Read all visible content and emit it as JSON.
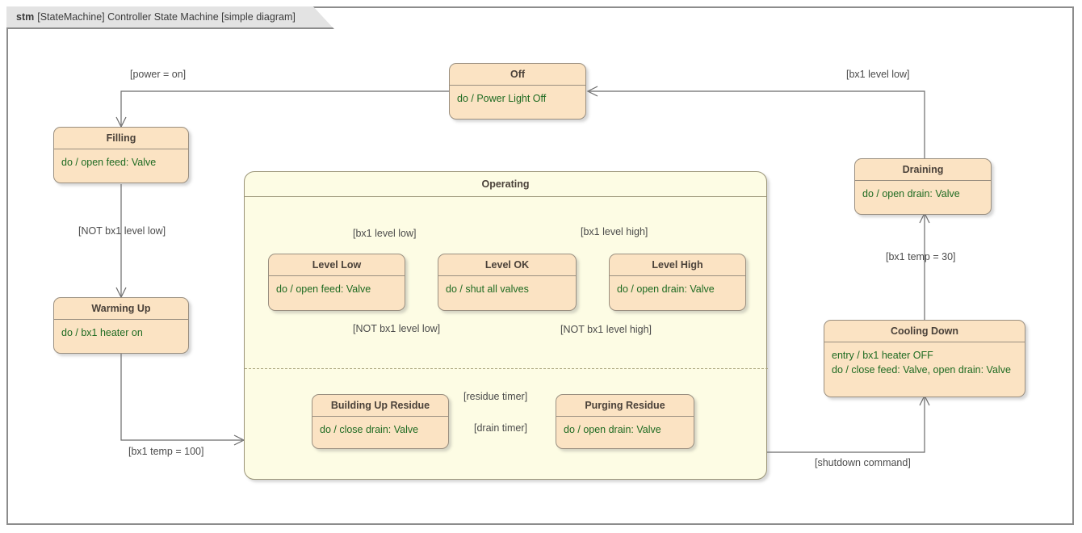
{
  "frame": {
    "kind": "stm",
    "label": "[StateMachine] Controller State Machine [simple diagram]"
  },
  "colors": {
    "state_fill": "#fbe3c3",
    "state_border": "#9a8f80",
    "composite_fill": "#fdfce4",
    "composite_border": "#9a9477",
    "title_text": "#4a4139",
    "behavior_text": "#1f6b22",
    "connector": "#6b6b6b",
    "frame_border": "#8c8c8c",
    "frame_tab_fill": "#e3e3e3"
  },
  "states": {
    "off": {
      "name": "Off",
      "behavior": "do / Power Light Off"
    },
    "filling": {
      "name": "Filling",
      "behavior": "do / open feed: Valve"
    },
    "warming_up": {
      "name": "Warming Up",
      "behavior": "do / bx1 heater on"
    },
    "draining": {
      "name": "Draining",
      "behavior": "do / open drain: Valve"
    },
    "cooling_down": {
      "name": "Cooling Down",
      "behavior": "entry / bx1 heater OFF\ndo / close feed: Valve, open drain: Valve"
    },
    "level_low": {
      "name": "Level Low",
      "behavior": "do / open feed: Valve"
    },
    "level_ok": {
      "name": "Level OK",
      "behavior": "do / shut all valves"
    },
    "level_high": {
      "name": "Level High",
      "behavior": "do / open drain: Valve"
    },
    "building_up_residue": {
      "name": "Building Up Residue",
      "behavior": "do / close drain: Valve"
    },
    "purging_residue": {
      "name": "Purging Residue",
      "behavior": "do / open drain: Valve"
    }
  },
  "composite": {
    "operating": {
      "name": "Operating"
    }
  },
  "transitions": {
    "power_on": {
      "guard": "[power = on]"
    },
    "not_bx1_level_low_outer": {
      "guard": "[NOT bx1 level low]"
    },
    "bx1_temp_100": {
      "guard": "[bx1 temp = 100]"
    },
    "bx1_level_low_outer": {
      "guard": "[bx1 level low]"
    },
    "bx1_temp_30": {
      "guard": "[bx1 temp = 30]"
    },
    "shutdown_command": {
      "guard": "[shutdown command]"
    },
    "bx1_level_low_inner": {
      "guard": "[bx1 level low]"
    },
    "not_bx1_level_low_inner": {
      "guard": "[NOT bx1 level low]"
    },
    "bx1_level_high_inner": {
      "guard": "[bx1 level high]"
    },
    "not_bx1_level_high_inner": {
      "guard": "[NOT bx1 level high]"
    },
    "residue_timer": {
      "guard": "[residue timer]"
    },
    "drain_timer": {
      "guard": "[drain timer]"
    }
  }
}
